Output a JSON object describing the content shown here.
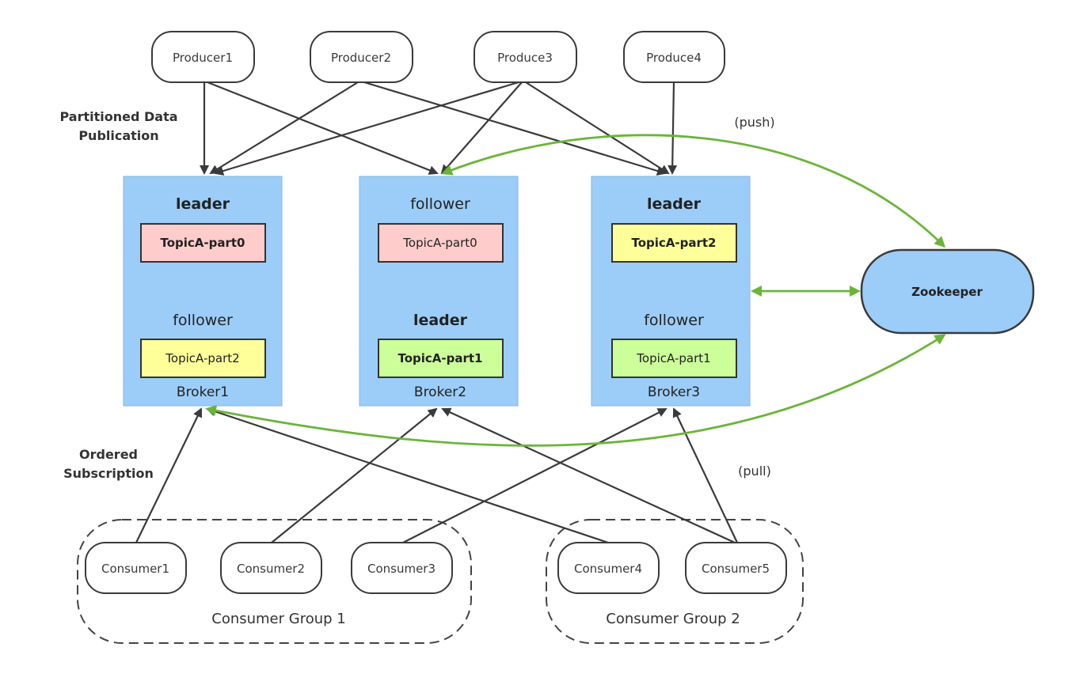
{
  "producers": [
    {
      "id": "p1",
      "label": "Producer1"
    },
    {
      "id": "p2",
      "label": "Producer2"
    },
    {
      "id": "p3",
      "label": "Produce3"
    },
    {
      "id": "p4",
      "label": "Produce4"
    }
  ],
  "labels": {
    "publication_line1": "Partitioned Data",
    "publication_line2": "Publication",
    "subscription_line1": "Ordered",
    "subscription_line2": "Subscription",
    "push": "(push)",
    "pull": "(pull)"
  },
  "brokers": [
    {
      "name": "Broker1",
      "top_role": "leader",
      "top_role_bold": true,
      "top_partition": "TopicA-part0",
      "top_partition_bold": true,
      "top_color": "#ffcccc",
      "bottom_role": "follower",
      "bottom_role_bold": false,
      "bottom_partition": "TopicA-part2",
      "bottom_partition_bold": false,
      "bottom_color": "#ffff99"
    },
    {
      "name": "Broker2",
      "top_role": "follower",
      "top_role_bold": false,
      "top_partition": "TopicA-part0",
      "top_partition_bold": false,
      "top_color": "#ffcccc",
      "bottom_role": "leader",
      "bottom_role_bold": true,
      "bottom_partition": "TopicA-part1",
      "bottom_partition_bold": true,
      "bottom_color": "#ccff99"
    },
    {
      "name": "Broker3",
      "top_role": "leader",
      "top_role_bold": true,
      "top_partition": "TopicA-part2",
      "top_partition_bold": true,
      "top_color": "#ffff99",
      "bottom_role": "follower",
      "bottom_role_bold": false,
      "bottom_partition": "TopicA-part1",
      "bottom_partition_bold": false,
      "bottom_color": "#ccff99"
    }
  ],
  "zookeeper": {
    "label": "Zookeeper",
    "color": "#9ccdf8"
  },
  "consumers": [
    {
      "id": "c1",
      "label": "Consumer1"
    },
    {
      "id": "c2",
      "label": "Consumer2"
    },
    {
      "id": "c3",
      "label": "Consumer3"
    },
    {
      "id": "c4",
      "label": "Consumer4"
    },
    {
      "id": "c5",
      "label": "Consumer5"
    }
  ],
  "consumer_groups": [
    {
      "label": "Consumer Group 1"
    },
    {
      "label": "Consumer Group 2"
    }
  ],
  "colors": {
    "broker_fill": "#9ccdf8",
    "arrow_dark": "#3a3a3a",
    "arrow_green": "#6ab539"
  }
}
